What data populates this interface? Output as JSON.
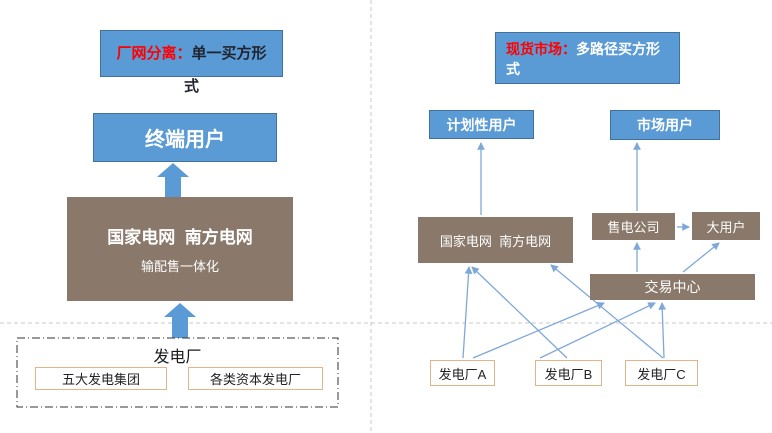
{
  "left_panel": {
    "title": {
      "highlight": "厂网分离：",
      "rest": "单一买方形式"
    },
    "terminal_user_label": "终端用户",
    "grid_box": {
      "line1": "国家电网  南方电网",
      "line2": "输配售一体化"
    },
    "generator_group": {
      "title": "发电厂",
      "items": [
        "五大发电集团",
        "各类资本发电厂"
      ]
    }
  },
  "right_panel": {
    "title": {
      "highlight": "现货市场：",
      "rest": "多路径买方形式"
    },
    "planned_user_label": "计划性用户",
    "market_user_label": "市场用户",
    "grid_box_label": "国家电网  南方电网",
    "retail_company_label": "售电公司",
    "large_user_label": "大用户",
    "trading_center_label": "交易中心",
    "generators": [
      "发电厂A",
      "发电厂B",
      "发电厂C"
    ]
  },
  "edges": [
    {
      "from": "发电厂",
      "to": "国家电网南方电网(输配售一体化)"
    },
    {
      "from": "国家电网南方电网(输配售一体化)",
      "to": "终端用户"
    },
    {
      "from": "国家电网南方电网",
      "to": "计划性用户"
    },
    {
      "from": "售电公司",
      "to": "市场用户"
    },
    {
      "from": "交易中心",
      "to": "售电公司"
    },
    {
      "from": "售电公司",
      "to": "大用户"
    },
    {
      "from": "交易中心",
      "to": "大用户"
    },
    {
      "from": "发电厂A",
      "to": "国家电网南方电网"
    },
    {
      "from": "发电厂B",
      "to": "国家电网南方电网"
    },
    {
      "from": "发电厂C",
      "to": "国家电网南方电网"
    },
    {
      "from": "发电厂A",
      "to": "交易中心"
    },
    {
      "from": "发电厂B",
      "to": "交易中心"
    },
    {
      "from": "发电厂C",
      "to": "交易中心"
    }
  ],
  "colors": {
    "blue_fill": "#5b9bd5",
    "blue_border": "#41719c",
    "brown_fill": "#8a796a",
    "tan_border": "#e2b488",
    "thin_arrow": "#7fa8d9",
    "red_text": "#ff0000",
    "divider": "#c8c8c8"
  }
}
